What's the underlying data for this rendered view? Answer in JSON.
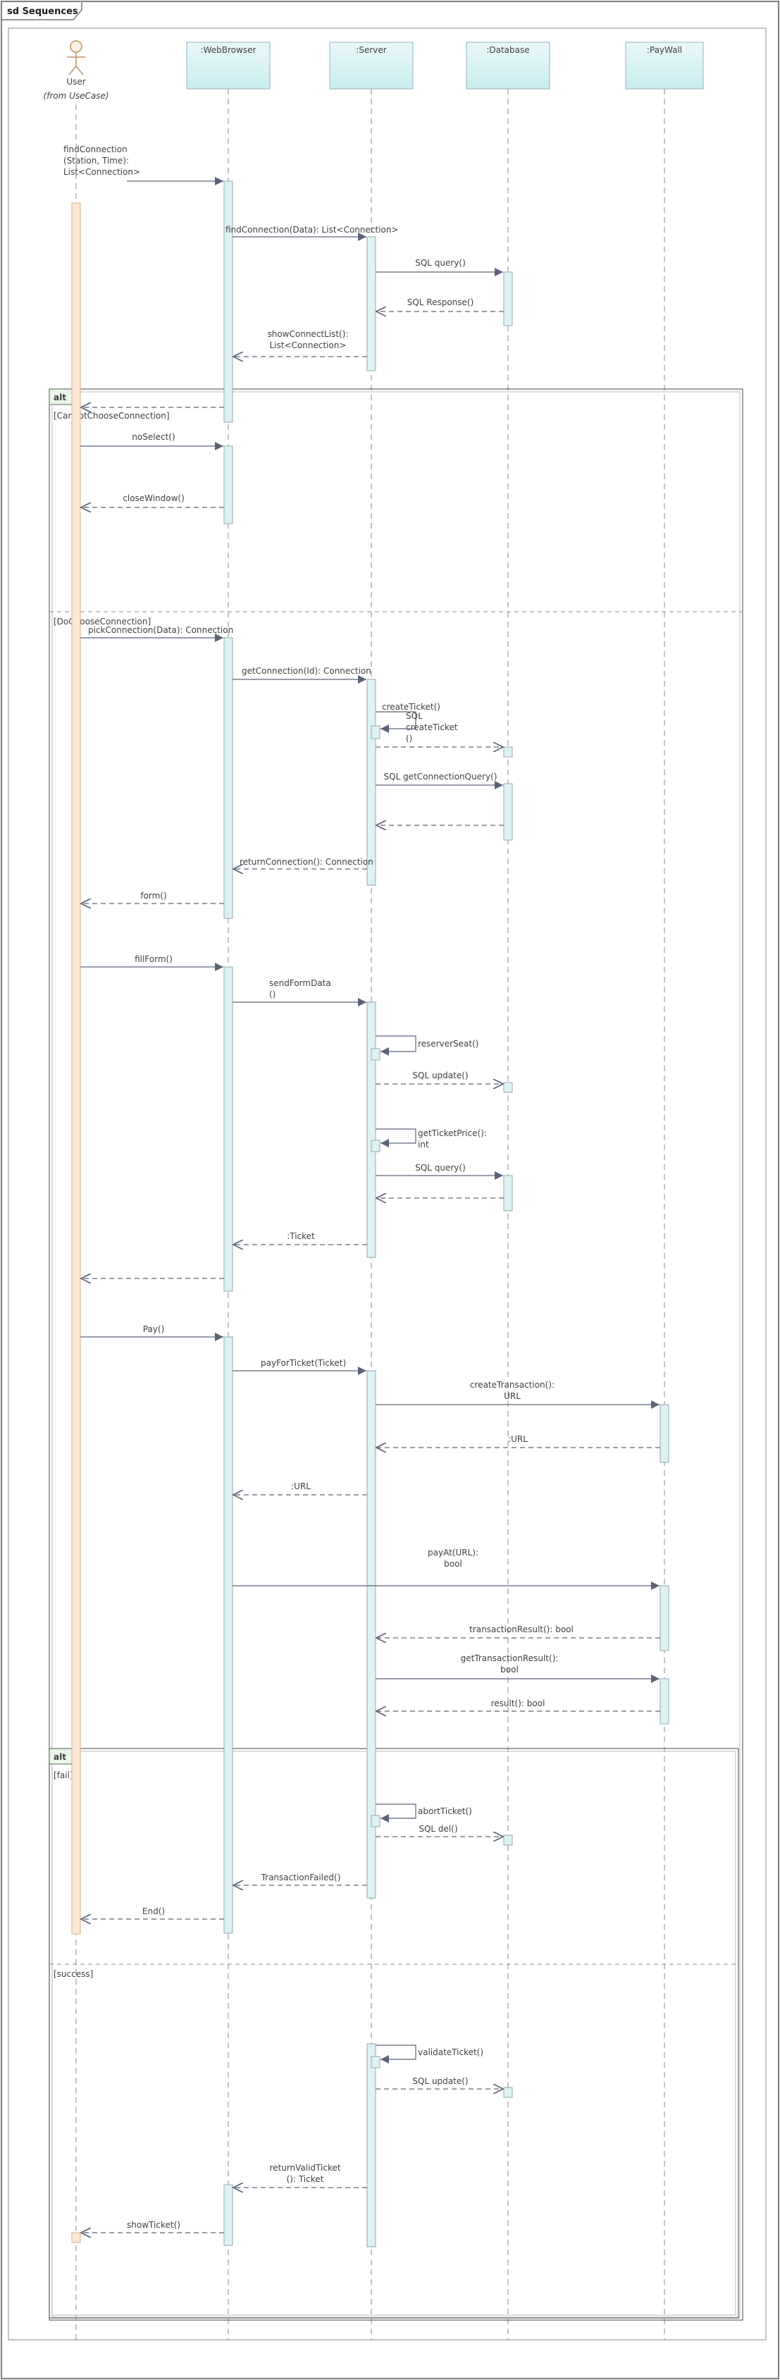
{
  "diagram": {
    "frame_label": "sd Sequences",
    "actor": {
      "name": "User",
      "note": "(from UseCase)"
    },
    "lifelines": [
      {
        "name": ":WebBrowser"
      },
      {
        "name": ":Server"
      },
      {
        "name": ":Database"
      },
      {
        "name": ":PayWall"
      }
    ],
    "messages": {
      "m1": [
        "findConnection",
        "(Station, Time):",
        "List<Connection>"
      ],
      "m2": [
        "findConnection(Data): List<Connection>"
      ],
      "m3": [
        "SQL query()"
      ],
      "m4": [
        "SQL Response()"
      ],
      "m5": [
        "showConnectList():",
        "List<Connection>"
      ],
      "m7": [
        "noSelect()"
      ],
      "m8": [
        "closeWindow()"
      ],
      "m9": [
        "pickConnection(Data): Connection"
      ],
      "m10": [
        "getConnection(Id): Connection"
      ],
      "m11": [
        "createTicket()"
      ],
      "m12": [
        "SQL",
        "createTicket",
        "()"
      ],
      "m13": [
        "SQL getConnectionQuery()"
      ],
      "m15": [
        "returnConnection(): Connection"
      ],
      "m16": [
        "form()"
      ],
      "m17": [
        "fillForm()"
      ],
      "m18": [
        "sendFormData",
        "()"
      ],
      "m19": [
        "reserverSeat()"
      ],
      "m20": [
        "SQL update()"
      ],
      "m21": [
        "getTicketPrice():",
        "int"
      ],
      "m22": [
        "SQL query()"
      ],
      "m24": [
        ":Ticket"
      ],
      "m26": [
        "Pay()"
      ],
      "m27": [
        "payForTicket(Ticket)"
      ],
      "m28": [
        "createTransaction():",
        "URL"
      ],
      "m29": [
        ":URL"
      ],
      "m30": [
        ":URL"
      ],
      "m31": [
        "payAt(URL):",
        "bool"
      ],
      "m32": [
        "transactionResult(): bool"
      ],
      "m33": [
        "getTransactionResult():",
        "bool"
      ],
      "m34": [
        "result(): bool"
      ],
      "m35": [
        "abortTicket()"
      ],
      "m36": [
        "SQL del()"
      ],
      "m37": [
        "TransactionFailed()"
      ],
      "m38": [
        "End()"
      ],
      "m39": [
        "validateTicket()"
      ],
      "m40": [
        "SQL update()"
      ],
      "m41": [
        "returnValidTicket",
        "(): Ticket"
      ],
      "m42": [
        "showTicket()"
      ]
    },
    "fragments": {
      "alt1": {
        "operator": "alt",
        "guards": [
          "[CannotChooseConnection]",
          "[DoChooseConnection]"
        ]
      },
      "alt2": {
        "operator": "alt",
        "guards": [
          "[fail]",
          "[success]"
        ]
      }
    },
    "colors": {
      "lifeline_head": "#d2eff1",
      "activation": "#dff2f3",
      "actor_activation": "#fde7d3",
      "arrow": "#5c6378",
      "border": "#777777"
    }
  }
}
